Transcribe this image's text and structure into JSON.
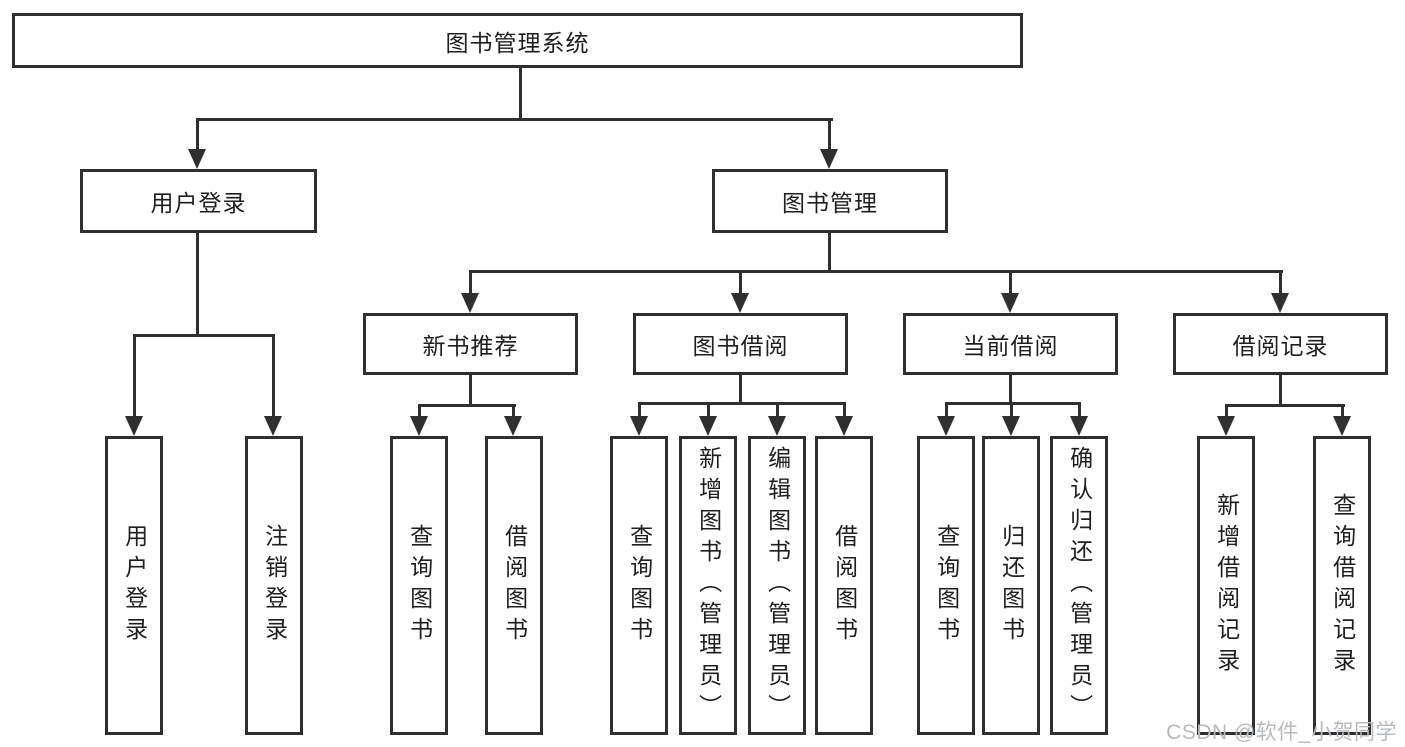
{
  "palette": {
    "line_color": "#2f2f2f",
    "text_color": "#1f1f1f",
    "background": "#ffffff",
    "watermark_color": "#b7babd"
  },
  "diagram": {
    "title": "图书管理系统",
    "level2": {
      "user_login": "用户登录",
      "book_management": "图书管理"
    },
    "level3": {
      "new_book_recommend": "新书推荐",
      "book_borrowing": "图书借阅",
      "current_borrowing": "当前借阅",
      "borrowing_records": "借阅记录"
    },
    "leaves": {
      "user": [
        "用户登录",
        "注销登录"
      ],
      "recommend": [
        "查询图书",
        "借阅图书"
      ],
      "borrow": [
        "查询图书",
        "新增图书（管理员）",
        "编辑图书（管理员）",
        "借阅图书"
      ],
      "current": [
        "查询图书",
        "归还图书",
        "确认归还（管理员）"
      ],
      "records": [
        "新增借阅记录",
        "查询借阅记录"
      ]
    }
  },
  "watermark": {
    "text": "CSDN @软件_小贺同学"
  }
}
